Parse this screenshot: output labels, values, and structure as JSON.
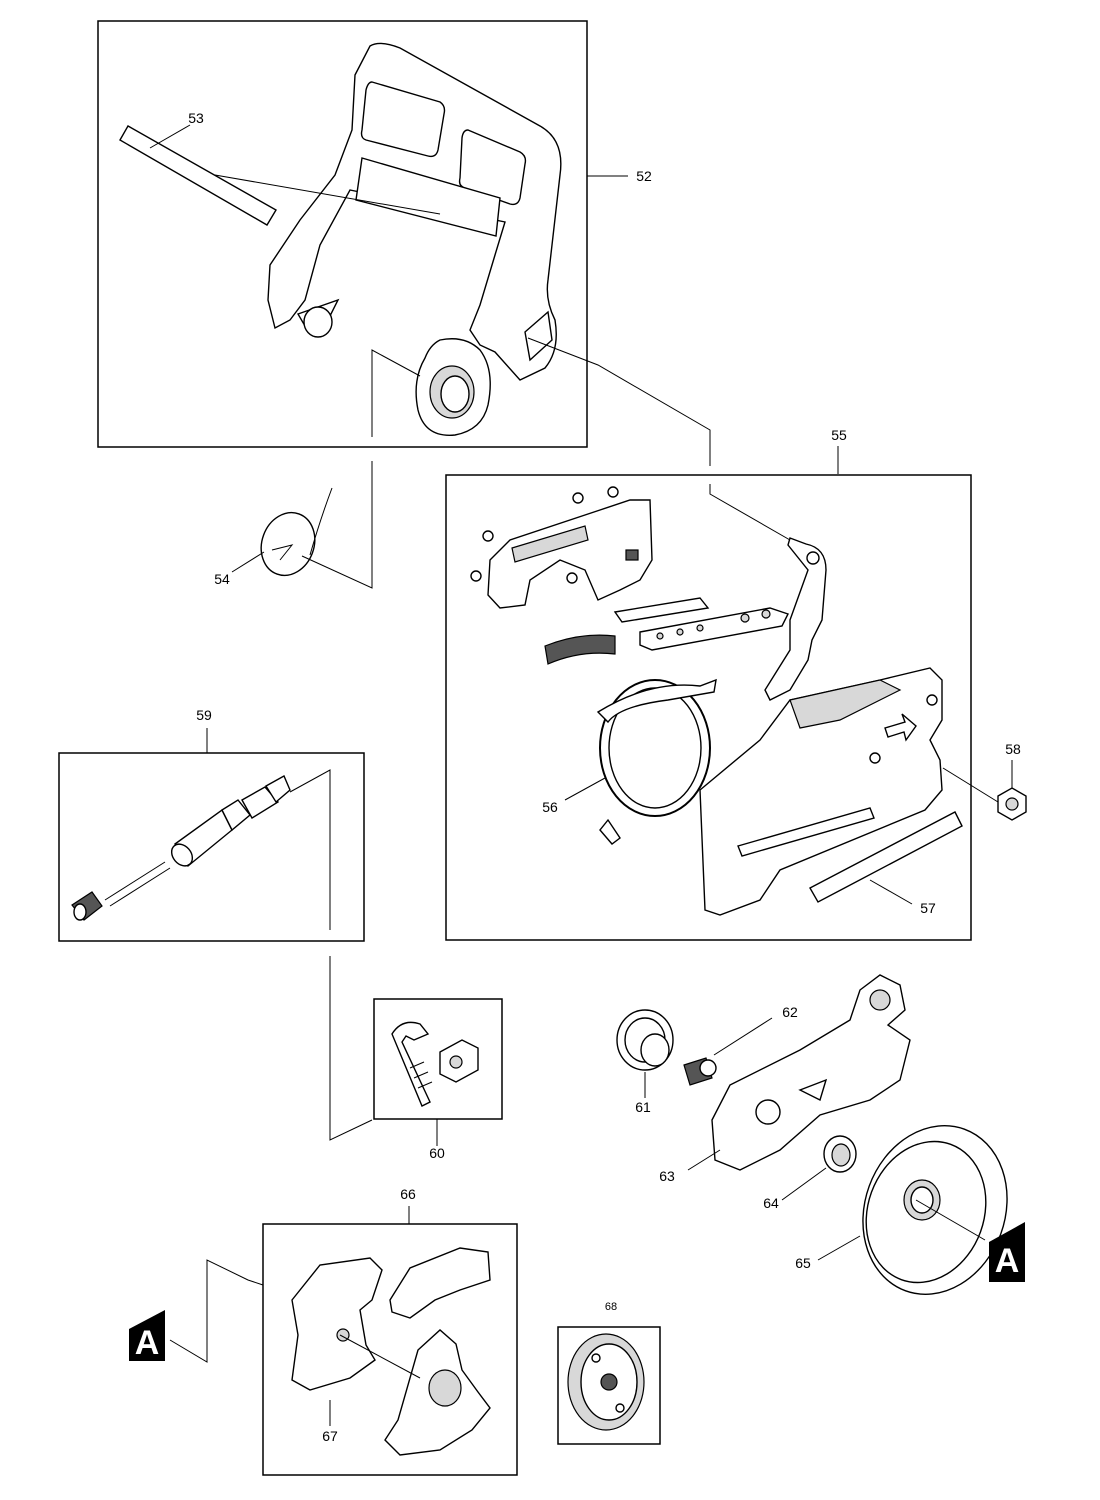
{
  "diagram": {
    "labels": {
      "p52": "52",
      "p53": "53",
      "p54": "54",
      "p55": "55",
      "p56": "56",
      "p57": "57",
      "p58": "58",
      "p59": "59",
      "p60": "60",
      "p61": "61",
      "p62": "62",
      "p63": "63",
      "p64": "64",
      "p65": "65",
      "p66": "66",
      "p67": "67",
      "p68": "68"
    },
    "markers": {
      "left": "A",
      "right": "A"
    }
  }
}
